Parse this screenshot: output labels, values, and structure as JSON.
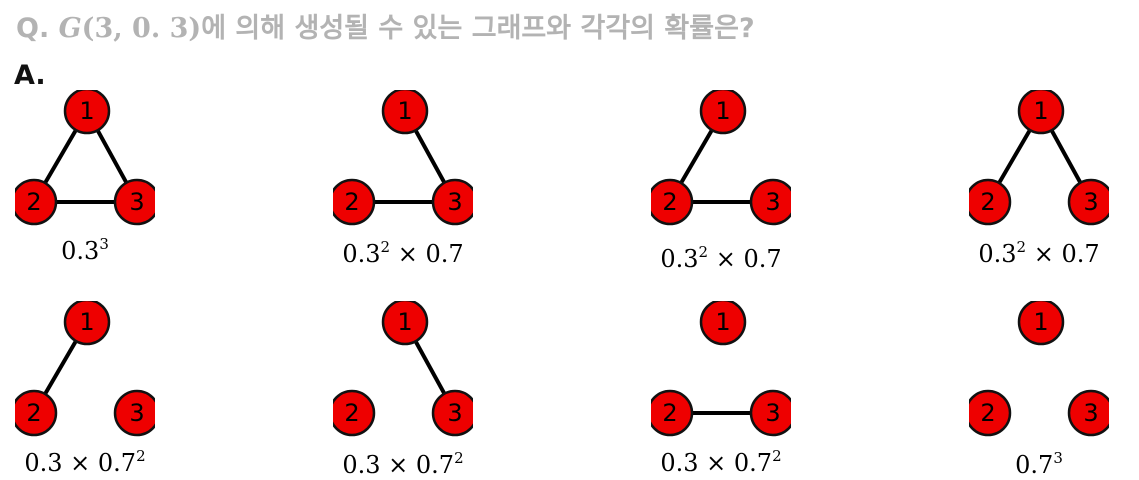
{
  "question": {
    "prefix": "Q. ",
    "graph_symbol": "G",
    "graph_args": "(3, 0. 3)",
    "text": "에 의해 생성될 수 있는 그래프와 각각의 확률은?"
  },
  "answer_label": "A.",
  "node_labels": [
    "1",
    "2",
    "3"
  ],
  "colors": {
    "node_fill": "#ee0000",
    "node_stroke": "#111111",
    "edge": "#000000",
    "question_text": "#b3b3b3"
  },
  "graphs": [
    {
      "edges": [
        [
          "1",
          "2"
        ],
        [
          "1",
          "3"
        ],
        [
          "2",
          "3"
        ]
      ],
      "prob_base": "0.3",
      "prob_exp": "3",
      "prob_rest": ""
    },
    {
      "edges": [
        [
          "1",
          "3"
        ],
        [
          "2",
          "3"
        ]
      ],
      "prob_base": "0.3",
      "prob_exp": "2",
      "prob_rest": " × 0.7"
    },
    {
      "edges": [
        [
          "1",
          "2"
        ],
        [
          "2",
          "3"
        ]
      ],
      "prob_base": "0.3",
      "prob_exp": "2",
      "prob_rest": " × 0.7"
    },
    {
      "edges": [
        [
          "1",
          "2"
        ],
        [
          "1",
          "3"
        ]
      ],
      "prob_base": "0.3",
      "prob_exp": "2",
      "prob_rest": " × 0.7"
    },
    {
      "edges": [
        [
          "1",
          "2"
        ]
      ],
      "prob_base": "0.3 × 0.7",
      "prob_exp": "2",
      "prob_rest": ""
    },
    {
      "edges": [
        [
          "1",
          "3"
        ]
      ],
      "prob_base": "0.3 × 0.7",
      "prob_exp": "2",
      "prob_rest": ""
    },
    {
      "edges": [
        [
          "2",
          "3"
        ]
      ],
      "prob_base": "0.3 × 0.7",
      "prob_exp": "2",
      "prob_rest": ""
    },
    {
      "edges": [],
      "prob_base": "0.7",
      "prob_exp": "3",
      "prob_rest": ""
    }
  ]
}
